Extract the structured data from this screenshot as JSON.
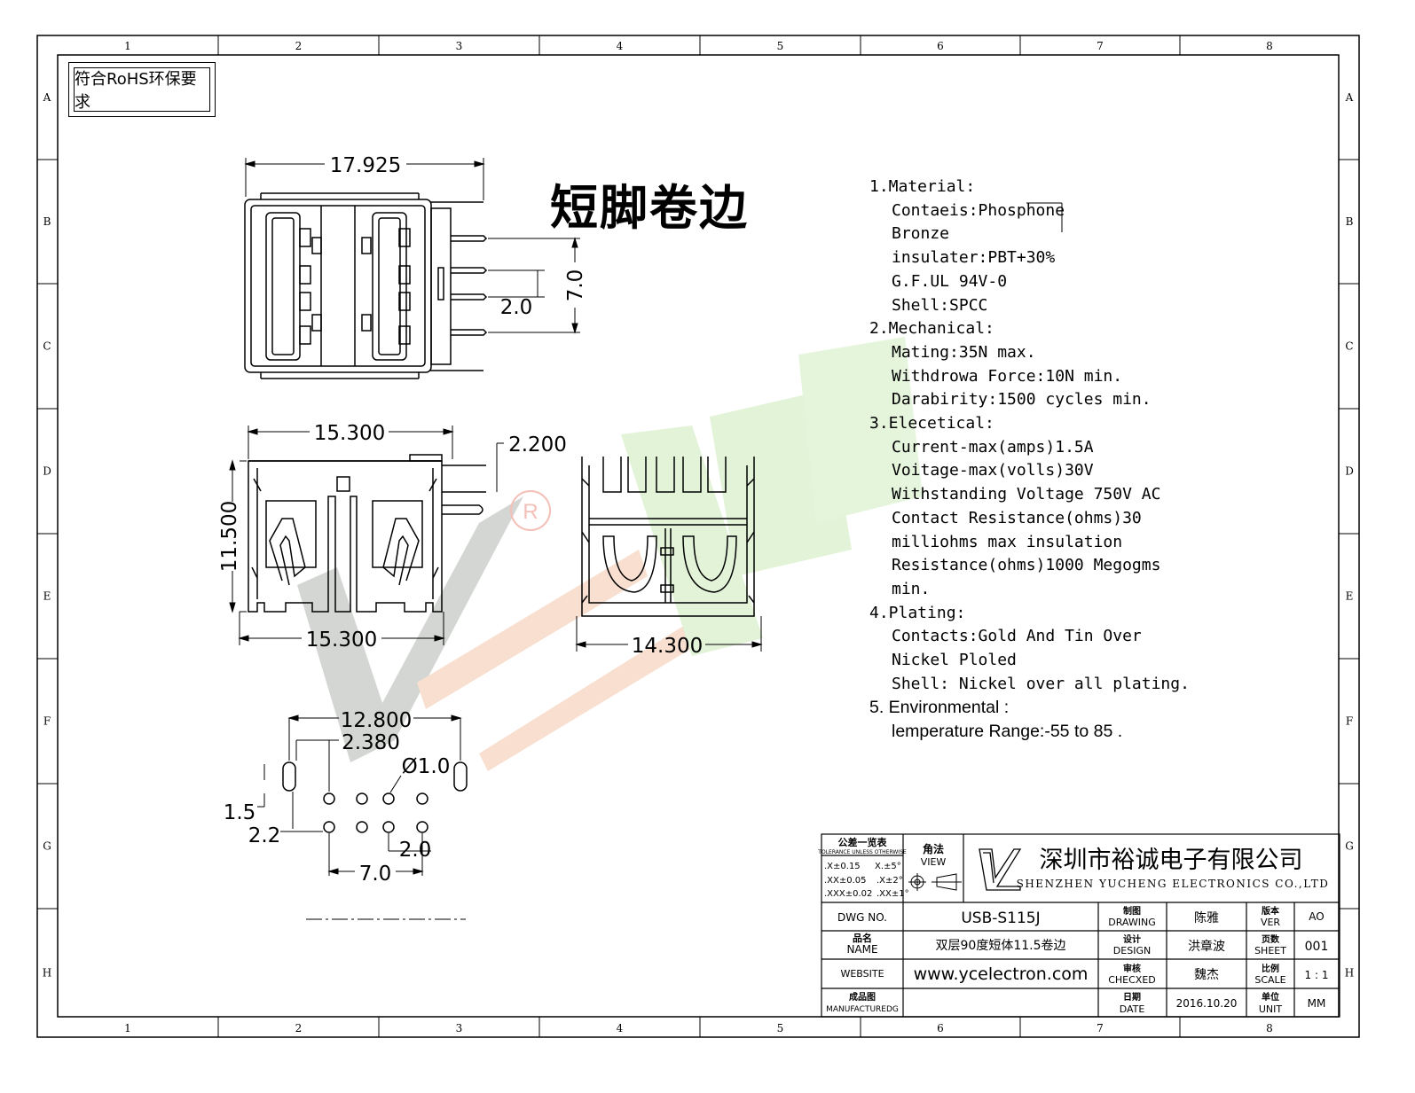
{
  "frame": {
    "col_labels": [
      "1",
      "2",
      "3",
      "4",
      "5",
      "6",
      "7",
      "8"
    ],
    "row_labels": [
      "A",
      "B",
      "C",
      "D",
      "E",
      "F",
      "G",
      "H"
    ]
  },
  "rohs_label": "符合RoHS环保要求",
  "heading": "短脚卷边",
  "dimensions": {
    "top_width": "17.925",
    "pin_pitch_span": "7.0",
    "pin_pitch": "2.0",
    "front_width_top": "15.300",
    "front_side_offset": "2.200",
    "front_height": "11.500",
    "front_width_bottom": "15.300",
    "side_width": "14.300",
    "fp_span": "12.800",
    "fp_offset": "2.380",
    "fp_hole": "Ø1.0",
    "fp_row_gap": "1.5",
    "fp_row_gap2": "2.2",
    "fp_pitch": "2.0",
    "fp_pin_span": "7.0"
  },
  "notes": {
    "n1": "1.Material:",
    "n1a": "Contaeis:Phosphone",
    "n1b": "Bronze",
    "n1c": "insulater:PBT+30%",
    "n1d": "G.F.UL   94V-0",
    "n1e": "Shell:SPCC",
    "n2": "2.Mechanical:",
    "n2a": "Mating:35N max.",
    "n2b": "Withdrowa Force:10N min.",
    "n2c": "Darabirity:1500 cycles min.",
    "n3": "3.Elecetical:",
    "n3a": "Current-max(amps)1.5A",
    "n3b": "Voitage-max(volls)30V",
    "n3c": "Withstanding Voltage 750V AC",
    "n3d": "Contact Resistance(ohms)30",
    "n3e": "milliohms max insulation",
    "n3f": "Resistance(ohms)1000 Megogms",
    "n3g": "min.",
    "n4": "4.Plating:",
    "n4a": "Contacts:Gold And Tin Over",
    "n4b": "Nickel Ploled",
    "n4c": "Shell: Nickel over all plating.",
    "n5": "5. Environmental :",
    "n5a": "lemperature Range:-55  to 85    ."
  },
  "title_block": {
    "tolerance_cn": "公差一览表",
    "tolerance_en": "TOLERANCE UNLESS OTHERWISE",
    "tol_rows": [
      [
        ".X±0.15",
        "X.±5°"
      ],
      [
        ".XX±0.05",
        ".X±2°"
      ],
      [
        ".XXX±0.02",
        ".XX±1°"
      ]
    ],
    "view_cn": "角法",
    "view_en": "VIEW",
    "company_cn": "深圳市裕诚电子有限公司",
    "company_en": "SHENZHEN YUCHENG ELECTRONICS CO.,LTD",
    "dwg_no_label": "DWG NO.",
    "dwg_no": "USB-S115J",
    "name_label_cn": "品名",
    "name_label_en": "NAME",
    "name_value": "双层90度短体11.5卷边",
    "website_label": "WEBSITE",
    "website_value": "www.ycelectron.com",
    "mfg_label_cn": "成品图",
    "mfg_label_en": "MANUFACTUREDG",
    "drawing_cn": "制图",
    "drawing_en": "DRAWING",
    "drawing_name": "陈雅",
    "design_cn": "设计",
    "design_en": "DESIGN",
    "design_name": "洪章波",
    "checked_cn": "审核",
    "checked_en": "CHECXED",
    "checked_name": "魏杰",
    "date_cn": "日期",
    "date_en": "DATE",
    "date_value": "2016.10.20",
    "ver_cn": "版本",
    "ver_en": "VER",
    "ver_value": "AO",
    "sheet_cn": "页数",
    "sheet_en": "SHEET",
    "sheet_value": "001",
    "scale_cn": "比例",
    "scale_en": "SCALE",
    "scale_value": "1 : 1",
    "unit_cn": "单位",
    "unit_en": "UNIT",
    "unit_value": "MM"
  },
  "colors": {
    "line": "#000000",
    "watermark_green": "#d6efc9",
    "watermark_gray": "#c9ccc9",
    "watermark_orange": "#f7d6c2"
  }
}
